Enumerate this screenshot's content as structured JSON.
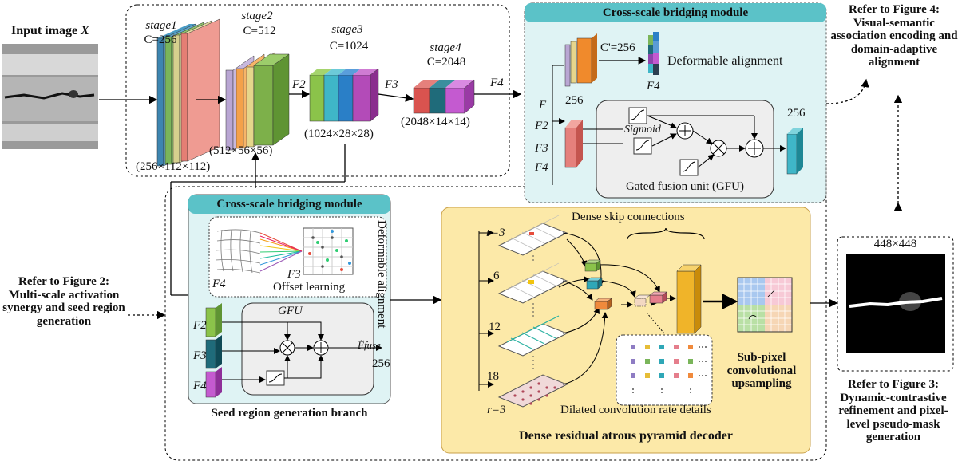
{
  "input": {
    "label": "Input image",
    "var": "X"
  },
  "backbone": {
    "stage1": {
      "name": "stage1",
      "c": "C=256",
      "dims": "(256×112×112)"
    },
    "stage2": {
      "name": "stage2",
      "c": "C=512",
      "dims": "(512×56×56)"
    },
    "stage3": {
      "name": "stage3",
      "c": "C=1024",
      "dims": "(1024×28×28)"
    },
    "stage4": {
      "name": "stage4",
      "c": "C=2048",
      "dims": "(2048×14×14)"
    },
    "f2": "F2",
    "f3": "F3",
    "f4": "F4"
  },
  "csb_top": {
    "title": "Cross-scale bridging module",
    "c_prime": "C'=256",
    "n256a": "256",
    "deform": "Deformable alignment",
    "f4": "F4",
    "inputs": [
      "F",
      "F2",
      "F3",
      "F4"
    ],
    "sigmoid": "Sigmoid",
    "gfu": "Gated fusion unit (GFU)",
    "out256": "256"
  },
  "refs": {
    "fig4": "Refer to Figure 4: Visual-semantic association encoding and domain-adaptive alignment",
    "fig2": "Refer to Figure 2: Multi-scale activation synergy and seed region generation",
    "fig3": "Refer to Figure 3: Dynamic-contrastive refinement and pixel-level pseudo-mask generation"
  },
  "csb_bottom": {
    "title": "Cross-scale bridging module",
    "deform": "Deformable alignment",
    "f4": "F4",
    "f3": "F3",
    "offset": "Offset learning",
    "gfu": "GFU",
    "inputs": [
      "F2",
      "F3",
      "F4"
    ],
    "ffuse": "F̃fuse",
    "out256": "256",
    "branch": "Seed region generation branch"
  },
  "decoder": {
    "skip": "Dense skip connections",
    "rates": [
      "r=3",
      "6",
      "12",
      "18",
      "r=3"
    ],
    "dilated": "Dilated convolution rate details",
    "subpixel": "Sub-pixel convolutional upsampling",
    "title": "Dense residual atrous pyramid decoder"
  },
  "output": {
    "size": "448×448"
  },
  "colors": {
    "teal": "#5bc2c8",
    "tealbg": "#dff3f4",
    "yellow": "#fbd86a",
    "yellowbg": "#fce9a8"
  }
}
